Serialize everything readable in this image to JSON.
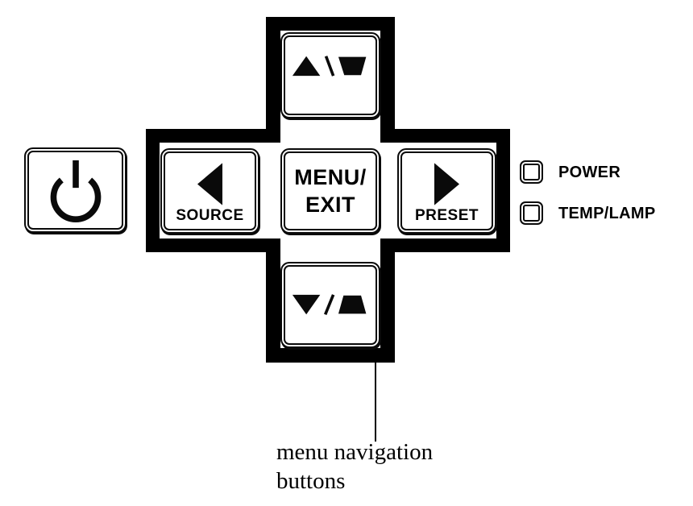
{
  "colors": {
    "ink": "#000000",
    "background": "#ffffff"
  },
  "panel": {
    "buttons": {
      "power": {
        "icon": "power-icon"
      },
      "up_keystone": {
        "icon": "up-arrow-keystone-icon"
      },
      "source": {
        "label": "SOURCE",
        "icon": "left-arrow-icon"
      },
      "menu_exit": {
        "label_line1": "MENU/",
        "label_line2": "EXIT"
      },
      "preset": {
        "label": "PRESET",
        "icon": "right-arrow-icon"
      },
      "down_keystone": {
        "icon": "down-arrow-keystone-icon"
      }
    },
    "indicators": [
      {
        "label": "POWER",
        "icon": "led-square"
      },
      {
        "label": "TEMP/LAMP",
        "icon": "led-square"
      }
    ]
  },
  "annotation": {
    "line1": "menu navigation",
    "line2": "buttons"
  }
}
